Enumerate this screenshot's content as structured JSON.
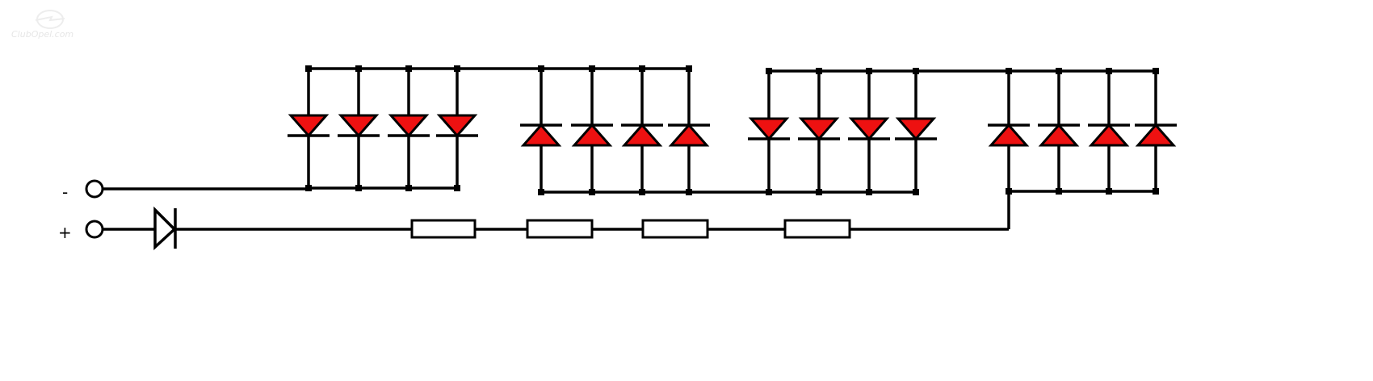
{
  "watermark": {
    "text": "ClubOpel.com"
  },
  "terminals": {
    "minus": "-",
    "plus": "+"
  },
  "colors": {
    "wire": "#000000",
    "led_fill": "#ee1111",
    "background": "#ffffff",
    "resistor_fill": "#ffffff"
  },
  "circuit": {
    "led_groups": [
      {
        "id": "group-1",
        "count": 4,
        "orientation": "down"
      },
      {
        "id": "group-2",
        "count": 4,
        "orientation": "up"
      },
      {
        "id": "group-3",
        "count": 4,
        "orientation": "down"
      },
      {
        "id": "group-4",
        "count": 4,
        "orientation": "up"
      }
    ],
    "resistors": 4,
    "series_diode": {
      "orientation": "right"
    }
  }
}
